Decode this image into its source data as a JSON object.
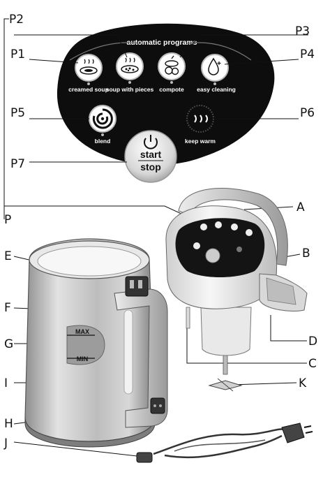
{
  "panel": {
    "title": "automatic programs",
    "programs": [
      {
        "id": "P1",
        "label": "creamed soup",
        "icon": "creamed-soup-icon"
      },
      {
        "id": "P2",
        "label": "soup with pieces",
        "icon": "chunky-soup-icon"
      },
      {
        "id": "P3",
        "label": "compote",
        "icon": "compote-icon"
      },
      {
        "id": "P4",
        "label": "easy cleaning",
        "icon": "cleaning-drop-icon"
      },
      {
        "id": "P5",
        "label": "blend",
        "icon": "blend-swirl-icon"
      },
      {
        "id": "P6",
        "label": "keep warm",
        "icon": "steam-icon"
      }
    ],
    "start_line1": "start",
    "start_line2": "stop",
    "start_icon": "power-icon"
  },
  "callouts": {
    "P1": "P1",
    "P2": "P2",
    "P3": "P3",
    "P4": "P4",
    "P5": "P5",
    "P6": "P6",
    "P7": "P7",
    "P": "P",
    "A": "A",
    "B": "B",
    "C": "C",
    "D": "D",
    "E": "E",
    "F": "F",
    "G": "G",
    "H": "H",
    "I": "I",
    "J": "J",
    "K": "K"
  },
  "jug": {
    "max_label": "MAX",
    "min_label": "MIN"
  },
  "colors": {
    "panel": "#0d0d0d",
    "button_ring": "#cfcfcf",
    "steel": "#b8b8b8"
  }
}
